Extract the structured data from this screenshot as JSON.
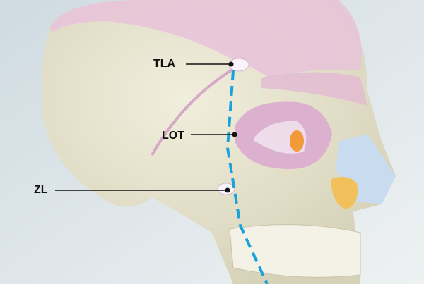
{
  "labels": {
    "tla": "TLA",
    "lot": "LOT",
    "zl": "ZL"
  },
  "colors": {
    "background": "#dfe6ea",
    "bone": "#e8e4cf",
    "fascia": "#e7c3d9",
    "guide_line": "#1aa3db",
    "nose_cartilage": "#c9dcef",
    "fat_pad": "#f2c05a",
    "orbit_fat": "#f29a3a"
  }
}
